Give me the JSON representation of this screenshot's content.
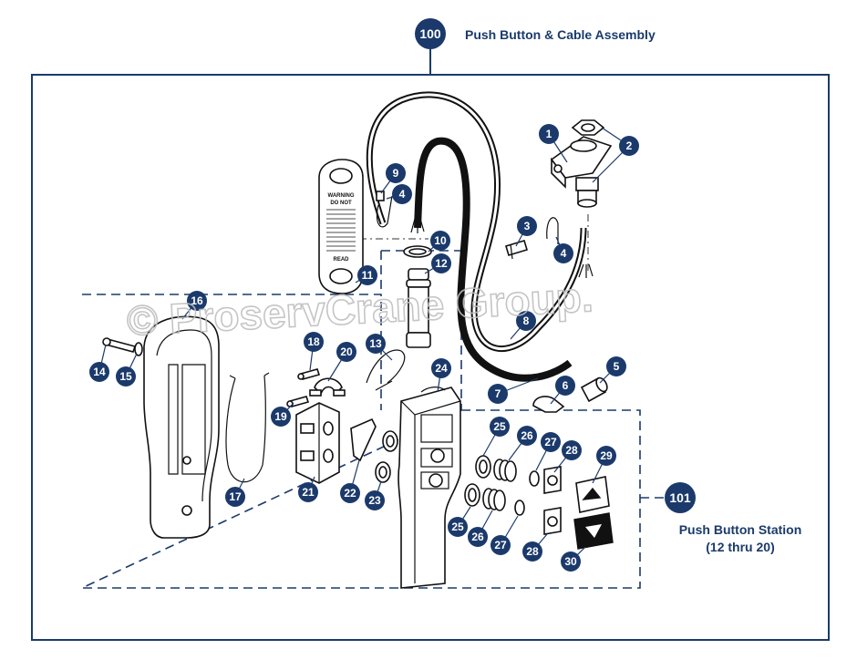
{
  "assembly": {
    "number": "100",
    "title": "Push Button & Cable Assembly"
  },
  "station": {
    "number": "101",
    "title": "Push Button Station",
    "subtitle": "(12 thru 20)"
  },
  "watermark": "© ProservCrane Group.",
  "label_text": {
    "line1": "WARNING",
    "line2": "DO NOT",
    "line3": "READ"
  },
  "colors": {
    "callout": "#1b3a6b",
    "frame": "#1b3a6b"
  },
  "callouts": [
    "1",
    "2",
    "3",
    "4",
    "4",
    "5",
    "6",
    "7",
    "8",
    "9",
    "10",
    "11",
    "12",
    "13",
    "14",
    "15",
    "16",
    "17",
    "18",
    "19",
    "20",
    "21",
    "22",
    "23",
    "24",
    "25",
    "25",
    "26",
    "26",
    "27",
    "27",
    "28",
    "28",
    "29",
    "30"
  ]
}
